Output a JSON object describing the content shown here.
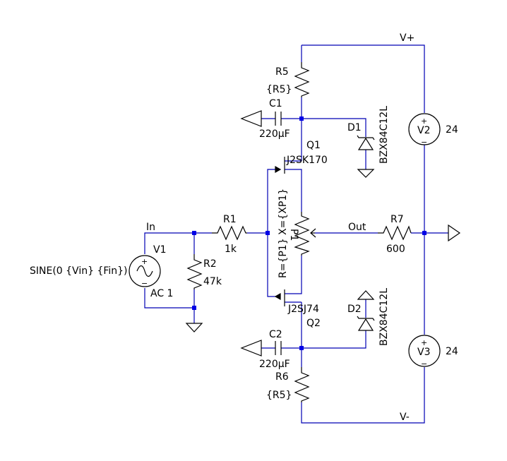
{
  "nets": {
    "vplus": "V+",
    "vminus": "V-",
    "in": "In",
    "out": "Out"
  },
  "components": {
    "r5": {
      "ref": "R5",
      "value": "{R5}"
    },
    "c1": {
      "ref": "C1",
      "value": "220µF"
    },
    "d1": {
      "ref": "D1",
      "value": "BZX84C12L"
    },
    "q1": {
      "ref": "Q1",
      "value": "J2SK170"
    },
    "v2": {
      "ref": "V2",
      "value": "24"
    },
    "v1": {
      "ref": "V1",
      "value": "SINE(0 {Vin} {Fin})",
      "ac": "AC 1"
    },
    "r1": {
      "ref": "R1",
      "value": "1k"
    },
    "r2": {
      "ref": "R2",
      "value": "47k"
    },
    "p1": {
      "ref": "P1",
      "value": "R={P1} X={XP1}"
    },
    "r7": {
      "ref": "R7",
      "value": "600"
    },
    "q2": {
      "ref": "Q2",
      "value": "J2SJ74"
    },
    "d2": {
      "ref": "D2",
      "value": "BZX84C12L"
    },
    "c2": {
      "ref": "C2",
      "value": "220µF"
    },
    "r6": {
      "ref": "R6",
      "value": "{R5}"
    },
    "v3": {
      "ref": "V3",
      "value": "24"
    }
  },
  "symbols": {
    "v_plus_sign": "+",
    "v_minus_sign": "−"
  }
}
